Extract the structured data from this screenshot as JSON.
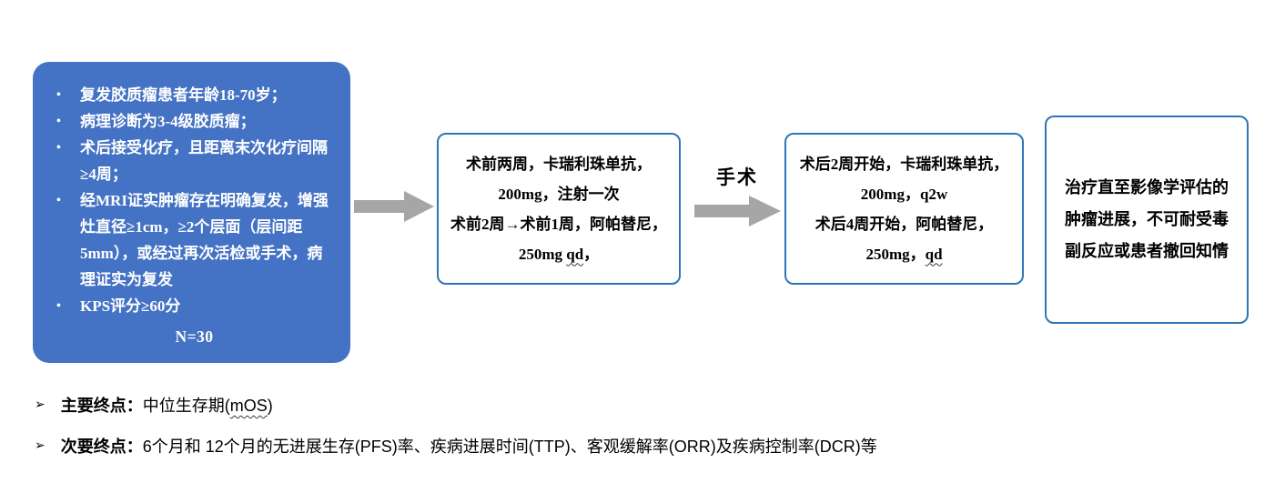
{
  "icons": {
    "bullet": "•",
    "arrow_bullet": "➢"
  },
  "colors": {
    "criteria_box_bg": "#4472C4",
    "flow_box_border": "#2E75B6",
    "arrow_fill": "#A6A6A6",
    "criteria_text": "#FFFFFF",
    "body_text": "#000000"
  },
  "criteria_box": {
    "items": [
      "复发胶质瘤患者年龄18-70岁；",
      "病理诊断为3-4级胶质瘤；",
      "术后接受化疗，且距离末次化疗间隔≥4周；",
      "经MRI证实肿瘤存在明确复发，增强灶直径≥1cm，≥2个层面（层间距5mm），或经过再次活检或手术，病理证实为复发",
      "KPS评分≥60分"
    ],
    "n_label": "N=30"
  },
  "pre_surgery_box": {
    "line1": "术前两周，卡瑞利珠单抗，200mg，注射一次",
    "line2_pre": "术前2周→术前1周，阿帕替尼，250mg ",
    "line2_underlined": "qd",
    "line2_post": "，"
  },
  "surgery_step": {
    "label": "手术"
  },
  "post_surgery_box": {
    "line1": "术后2周开始，卡瑞利珠单抗，200mg，q2w",
    "line2_pre": "术后4周开始，阿帕替尼，250mg，",
    "line2_underlined": "qd"
  },
  "continuation_box": {
    "text": "治疗直至影像学评估的肿瘤进展，不可耐受毒副反应或患者撤回知情"
  },
  "endpoints": {
    "primary": {
      "label": "主要终点：",
      "text_pre": "中位生存期(",
      "text_underlined": "mOS",
      "text_post": ")"
    },
    "secondary": {
      "label": "次要终点：",
      "text": "6个月和 12个月的无进展生存(PFS)率、疾病进展时间(TTP)、客观缓解率(ORR)及疾病控制率(DCR)等"
    }
  }
}
